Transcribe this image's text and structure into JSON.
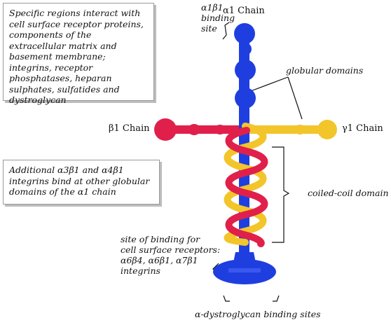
{
  "note_top": "Specific regions interact with cell surface receptor proteins, components of the extracellular matrix and basement membrane; integrins, receptor phosphatases, heparan sulphates, sulfatides and dystroglycan",
  "note_mid": "Additional α3β1 and α4β1 integrins bind at other globular domains of the α1 chain",
  "labels": {
    "a1b1_site_l1": "α1β1",
    "a1b1_site_l2": "binding",
    "a1b1_site_l3": "site",
    "alpha1_chain": "α1 Chain",
    "globular_domains": "globular domains",
    "beta1_chain": "β1 Chain",
    "gamma1_chain": "γ1 Chain",
    "coiled_coil": "coiled-coil domain",
    "receptor_l1": "site of binding for",
    "receptor_l2": "cell surface receptors:",
    "receptor_l3": "α6β4, α6β1, α7β1",
    "receptor_l4": "integrins",
    "dystroglycan": "α-dystroglycan binding sites"
  },
  "colors": {
    "alpha": "#1f3ee0",
    "beta": "#e0204a",
    "gamma": "#f2c52a"
  }
}
